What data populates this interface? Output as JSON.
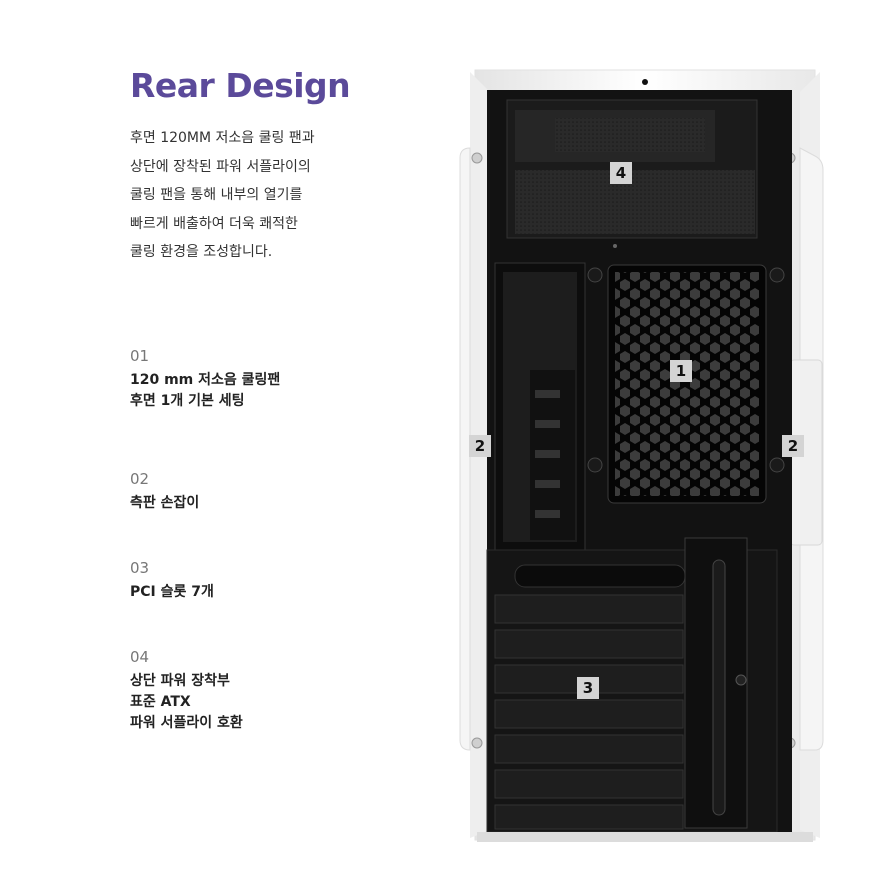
{
  "colors": {
    "accent": "#5b4a9a",
    "case_body": "#121212",
    "case_frame": "#f2f2f2"
  },
  "title": "Rear Design",
  "description": [
    "후면 120MM 저소음 쿨링 팬과",
    "상단에 장착된 파워 서플라이의",
    "쿨링 팬을 통해 내부의 열기를",
    "빠르게 배출하여 더욱 쾌적한",
    "쿨링 환경을 조성합니다."
  ],
  "features": [
    {
      "num": "01",
      "lines": [
        "120 mm 저소음 쿨링팬",
        "후면 1개 기본 세팅"
      ]
    },
    {
      "num": "02",
      "lines": [
        "측판 손잡이"
      ]
    },
    {
      "num": "03",
      "lines": [
        "PCI 슬롯 7개"
      ]
    },
    {
      "num": "04",
      "lines": [
        "상단 파워 장착부",
        "표준 ATX",
        "파워 서플라이 호환"
      ]
    }
  ],
  "labels": {
    "psu": "4",
    "fan": "1",
    "handle_left": "2",
    "handle_right": "2",
    "pci": "3"
  }
}
